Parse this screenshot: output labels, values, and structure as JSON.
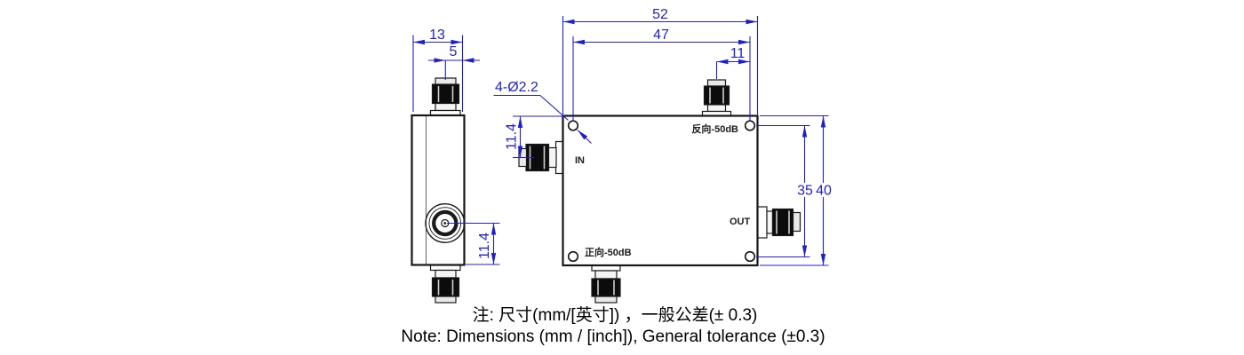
{
  "drawing": {
    "side_view": {
      "dim_width": "13",
      "dim_connector_offset": "5",
      "dim_port_height": "11.4"
    },
    "front_view": {
      "dim_overall_width": "52",
      "dim_hole_spacing_h": "47",
      "dim_connector_to_hole": "11",
      "dim_in_port_offset": "11.4",
      "dim_hole_spacing_v": "35",
      "dim_overall_height": "40",
      "hole_callout": "4-Ø2.2",
      "label_in": "IN",
      "label_out": "OUT",
      "label_reverse_port": "反向-50dB",
      "label_forward_port": "正向-50dB"
    },
    "note": {
      "line_zh": "注: 尺寸(mm/[英寸]) ，一般公差(± 0.3)",
      "line_en": "Note: Dimensions (mm / [inch]), General tolerance (±0.3)"
    },
    "colors": {
      "dimension_blue": "#1f1fcf",
      "outline_black": "#161616"
    }
  }
}
